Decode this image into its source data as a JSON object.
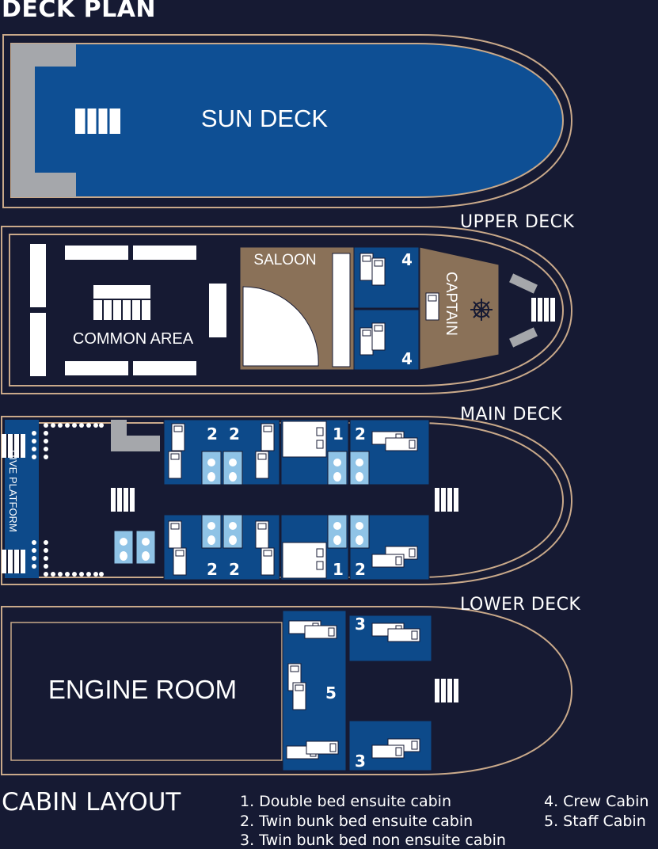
{
  "title": "DECK PLAN",
  "decks": {
    "sun": "SUN DECK",
    "upper": "UPPER DECK",
    "main": "MAIN DECK",
    "lower": "LOWER DECK"
  },
  "rooms": {
    "saloon": "SALOON",
    "captain": "CAPTAIN",
    "common_area": "COMMON AREA",
    "dive_platform": "DIVE PLATFORM",
    "engine_room": "ENGINE ROOM"
  },
  "cabin_numbers": {
    "upper_top": "4",
    "upper_bottom": "4",
    "main_top_a": "2",
    "main_top_b": "2",
    "main_top_c": "1",
    "main_top_d": "2",
    "main_bot_a": "2",
    "main_bot_b": "2",
    "main_bot_c": "1",
    "main_bot_d": "2",
    "lower_top": "3",
    "lower_mid": "5",
    "lower_bot": "3"
  },
  "legend": {
    "title": "CABIN LAYOUT",
    "items": [
      "1. Double bed ensuite cabin",
      "2. Twin bunk bed ensuite cabin",
      "3. Twin bunk bed non ensuite cabin",
      "4. Crew Cabin",
      "5. Staff Cabin"
    ]
  },
  "colors": {
    "background": "#161a33",
    "outline": "#c9a98a",
    "deck_blue": "#0e4f94",
    "cabin_blue": "#0d4a8a",
    "saloon_brown": "#8a7158",
    "bath_light": "#8fc3e6",
    "grey": "#a5a7ab"
  }
}
